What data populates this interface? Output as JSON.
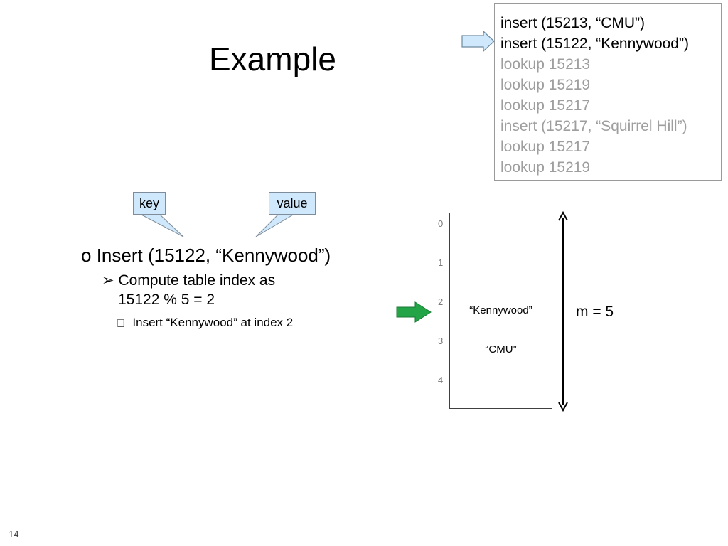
{
  "slide": {
    "title": "Example",
    "page_number": "14"
  },
  "operations": [
    {
      "text": "insert (15213, “CMU”)",
      "state": "done"
    },
    {
      "text": "insert (15122, “Kennywood”)",
      "state": "current"
    },
    {
      "text": "lookup 15213",
      "state": "pending"
    },
    {
      "text": "lookup 15219",
      "state": "pending"
    },
    {
      "text": "lookup 15217",
      "state": "pending"
    },
    {
      "text": "insert (15217, “Squirrel Hill”)",
      "state": "pending"
    },
    {
      "text": "lookup 15217",
      "state": "pending"
    },
    {
      "text": "lookup 15219",
      "state": "pending"
    }
  ],
  "callouts": {
    "key": "key",
    "value": "value"
  },
  "bullets": {
    "level1": "Insert (15122, “Kennywood”)",
    "level2_line1": "Compute table index as",
    "level2_line2": "15122 % 5 = 2",
    "level3": "Insert “Kennywood” at index 2"
  },
  "table": {
    "rows": [
      {
        "index": "0",
        "value": ""
      },
      {
        "index": "1",
        "value": ""
      },
      {
        "index": "2",
        "value": "“Kennywood”"
      },
      {
        "index": "3",
        "value": "“CMU”"
      },
      {
        "index": "4",
        "value": ""
      }
    ],
    "size_label": "m = 5",
    "highlighted_index": "2"
  },
  "colors": {
    "current_arrow_fill": "#cfe8fb",
    "index_arrow_fill": "#22a447",
    "callout_fill": "#cfe8fb",
    "pending_text": "#9e9e9e"
  },
  "icons": {
    "level1_bullet": "hollow-circle",
    "level2_bullet": "arrowhead",
    "level3_bullet": "hollow-square"
  }
}
